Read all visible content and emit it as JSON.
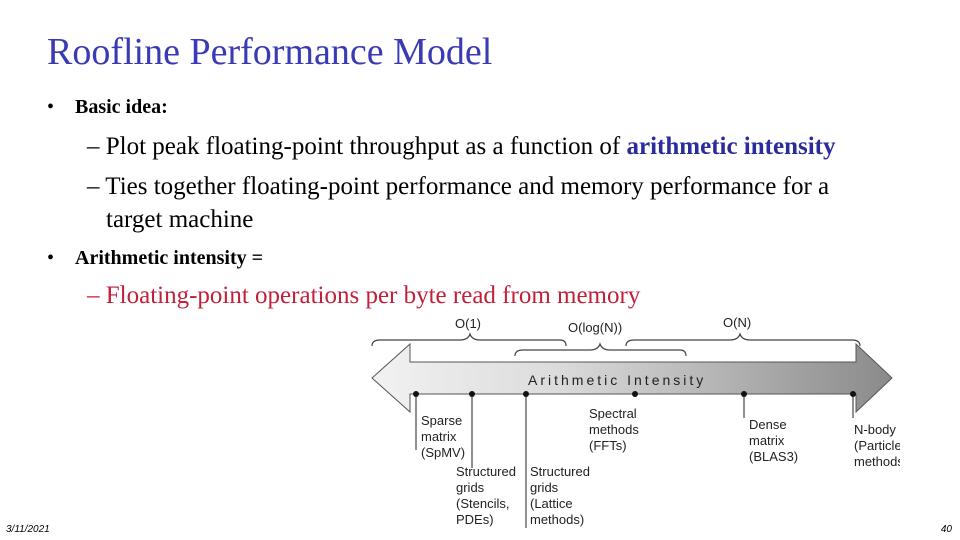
{
  "slide": {
    "title": "Roofline Performance Model",
    "bullet1": "Basic idea:",
    "sub1_prefix": "– Plot peak floating-point throughput as a function of ",
    "sub1_highlight": "arithmetic intensity",
    "sub2_line1": "– Ties together floating-point performance and memory performance for a",
    "sub2_line2": "target machine",
    "bullet2": "Arithmetic intensity =",
    "sub3": "– Floating-point operations per byte read from memory",
    "date": "3/11/2021",
    "page": "40"
  },
  "diagram": {
    "complexity": [
      "O(1)",
      "O(log(N))",
      "O(N)"
    ],
    "axis_label": "Arithmetic Intensity",
    "categories": [
      {
        "lines": [
          "Sparse",
          "matrix",
          "(SpMV)"
        ]
      },
      {
        "lines": [
          "Structured",
          "grids",
          "(Stencils,",
          "PDEs)"
        ]
      },
      {
        "lines": [
          "Structured",
          "grids",
          "(Lattice",
          "methods)"
        ]
      },
      {
        "lines": [
          "Spectral",
          "methods",
          "(FFTs)"
        ]
      },
      {
        "lines": [
          "Dense",
          "matrix",
          "(BLAS3)"
        ]
      },
      {
        "lines": [
          "N-body",
          "(Particle",
          "methods)"
        ]
      }
    ]
  }
}
